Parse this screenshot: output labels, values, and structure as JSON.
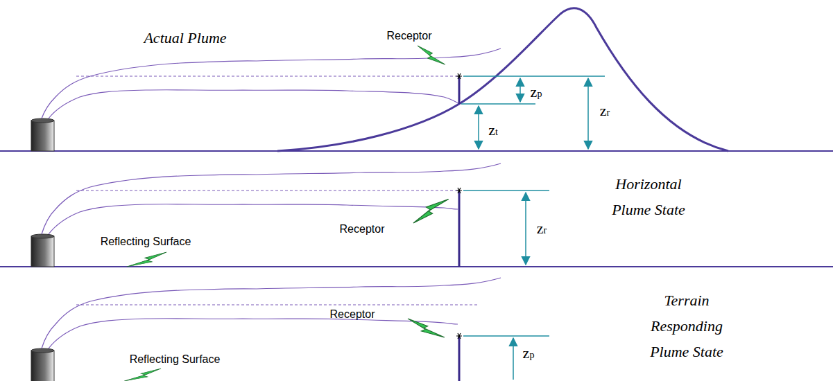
{
  "diagram": {
    "labels": [
      "Actual Plume",
      "Receptor",
      "zp",
      "zr",
      "zt",
      "Horizontal Plume State",
      "Reflecting Surface",
      "Receptor",
      "zr",
      "Terrain Responding Plume State",
      "Receptor",
      "Reflecting Surface",
      "zp"
    ]
  }
}
